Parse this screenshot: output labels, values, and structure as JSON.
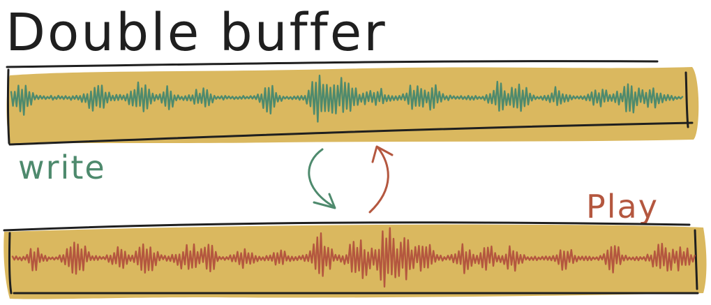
{
  "title": "Double buffer",
  "labels": {
    "write": "write",
    "play": "Play"
  },
  "colors": {
    "buffer_fill": "#D8B456",
    "outline": "#1f1f1f",
    "write_wave": "#4E8A6D",
    "play_wave": "#B4573F",
    "write_arrow": "#4E8A6D",
    "play_arrow": "#B4573F"
  },
  "buffers": [
    {
      "role": "write",
      "wave_color_key": "write_wave"
    },
    {
      "role": "play",
      "wave_color_key": "play_wave"
    }
  ],
  "swap_arrows": [
    {
      "icon": "curved-arrow-down-icon",
      "color_key": "write_arrow"
    },
    {
      "icon": "curved-arrow-up-icon",
      "color_key": "play_arrow"
    }
  ]
}
